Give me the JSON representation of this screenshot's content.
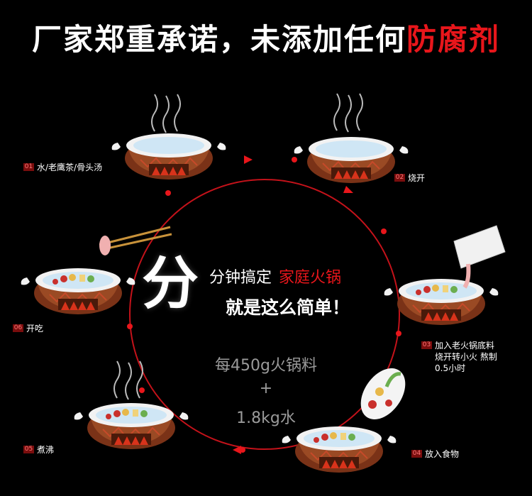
{
  "headline": {
    "main": "厂家郑重承诺，未添加任何",
    "accent": "防腐剂"
  },
  "steps": [
    {
      "num": "01",
      "text": "水/老鹰茶/骨头汤"
    },
    {
      "num": "02",
      "text": "烧开"
    },
    {
      "num": "03",
      "text": "加入老火锅底料\n烧开转小火 熬制\n0.5小时"
    },
    {
      "num": "04",
      "text": "放入食物"
    },
    {
      "num": "05",
      "text": "煮沸"
    },
    {
      "num": "06",
      "text": "开吃"
    }
  ],
  "center": {
    "big": "分",
    "line1": "分钟搞定",
    "line1_highlight": "家庭火锅",
    "line2": "就是这么简单！"
  },
  "mix": {
    "line1": "每450g火锅料",
    "line2": "+",
    "line3": "1.8kg水"
  },
  "colors": {
    "accent": "#e8161b",
    "circle": "#c4121a",
    "pot": "#8a3a1c"
  }
}
